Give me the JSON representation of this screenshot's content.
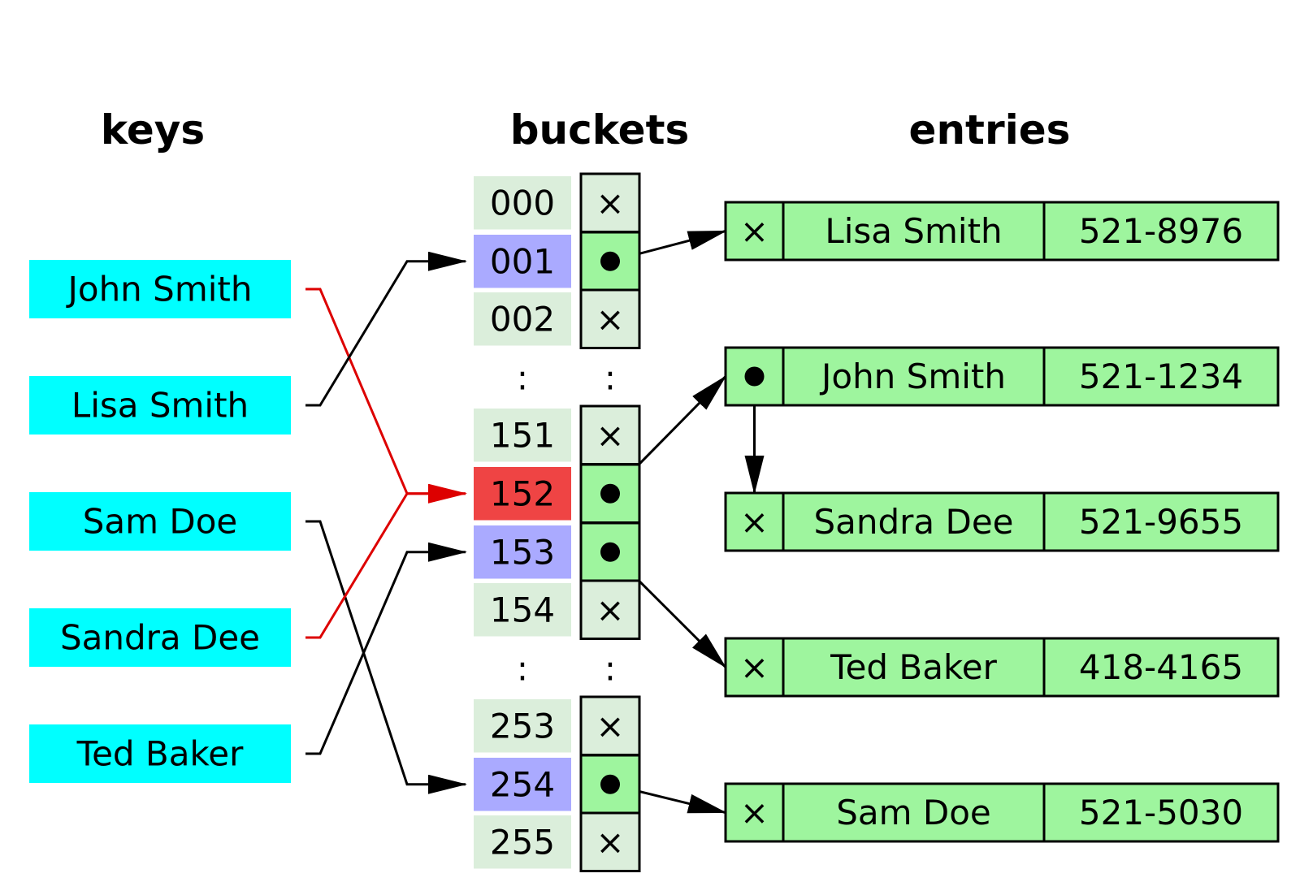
{
  "headers": {
    "keys": "keys",
    "buckets": "buckets",
    "entries": "entries"
  },
  "keys": [
    "John Smith",
    "Lisa Smith",
    "Sam Doe",
    "Sandra Dee",
    "Ted Baker"
  ],
  "buckets": [
    {
      "index": "000",
      "state": "empty"
    },
    {
      "index": "001",
      "state": "used"
    },
    {
      "index": "002",
      "state": "empty"
    },
    {
      "index": "151",
      "state": "empty"
    },
    {
      "index": "152",
      "state": "collision"
    },
    {
      "index": "153",
      "state": "used"
    },
    {
      "index": "154",
      "state": "empty"
    },
    {
      "index": "253",
      "state": "empty"
    },
    {
      "index": "254",
      "state": "used"
    },
    {
      "index": "255",
      "state": "empty"
    }
  ],
  "ellipsis": ":",
  "null_symbol": "×",
  "entries": [
    {
      "name": "Lisa Smith",
      "phone": "521-8976",
      "next": "null"
    },
    {
      "name": "John Smith",
      "phone": "521-1234",
      "next": "pointer"
    },
    {
      "name": "Sandra Dee",
      "phone": "521-9655",
      "next": "null"
    },
    {
      "name": "Ted Baker",
      "phone": "418-4165",
      "next": "null"
    },
    {
      "name": "Sam Doe",
      "phone": "521-5030",
      "next": "null"
    }
  ],
  "mappings": [
    {
      "key": "John Smith",
      "bucket": "152",
      "collision": true
    },
    {
      "key": "Lisa Smith",
      "bucket": "001",
      "collision": false
    },
    {
      "key": "Sam Doe",
      "bucket": "254",
      "collision": false
    },
    {
      "key": "Sandra Dee",
      "bucket": "152",
      "collision": true
    },
    {
      "key": "Ted Baker",
      "bucket": "153",
      "collision": false
    }
  ],
  "bucket_links": [
    {
      "bucket": "001",
      "entry": "Lisa Smith"
    },
    {
      "bucket": "152",
      "entry": "John Smith"
    },
    {
      "bucket": "153",
      "entry": "Ted Baker"
    },
    {
      "bucket": "254",
      "entry": "Sam Doe"
    }
  ],
  "chain_links": [
    {
      "from": "John Smith",
      "to": "Sandra Dee"
    }
  ],
  "colors": {
    "key_bg": "#00ffff",
    "bucket_index_empty": "#dbeedb",
    "bucket_index_used": "#aaaaff",
    "bucket_index_collision": "#ef4444",
    "slot_empty": "#dbeedb",
    "slot_used": "#9ef59e",
    "entry_bg": "#9ef59e",
    "collision_line": "#dd0000",
    "line": "#000000"
  }
}
